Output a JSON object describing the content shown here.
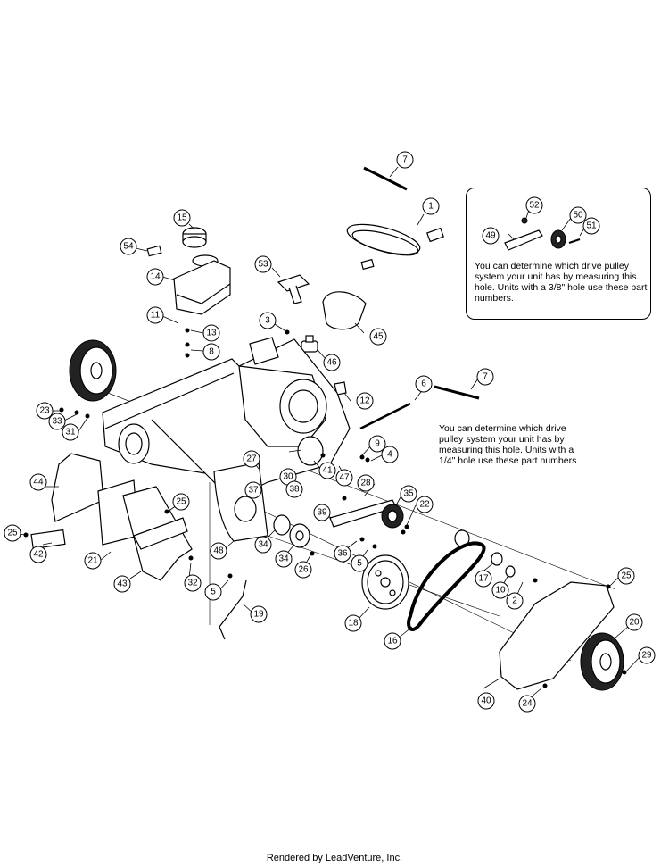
{
  "callouts": [
    "1",
    "2",
    "3",
    "4",
    "5",
    "5",
    "5",
    "6",
    "7",
    "7",
    "8",
    "9",
    "10",
    "11",
    "12",
    "13",
    "14",
    "15",
    "16",
    "17",
    "18",
    "19",
    "20",
    "21",
    "22",
    "23",
    "24",
    "25",
    "25",
    "25",
    "25",
    "26",
    "27",
    "28",
    "29",
    "30",
    "31",
    "32",
    "33",
    "34",
    "34",
    "35",
    "36",
    "37",
    "38",
    "39",
    "40",
    "41",
    "42",
    "43",
    "44",
    "45",
    "46",
    "47",
    "48",
    "49",
    "50",
    "51",
    "52",
    "53",
    "54"
  ],
  "notes": {
    "three_eighths_hole": "You can determine which drive pulley system your unit has by measuring this hole.  Units with a 3/8\" hole use these part numbers.",
    "quarter_hole": "You can determine which drive pulley system your unit has by measuring this hole.  Units with a 1/4\" hole use these part numbers."
  },
  "footer": "Rendered by LeadVenture, Inc."
}
